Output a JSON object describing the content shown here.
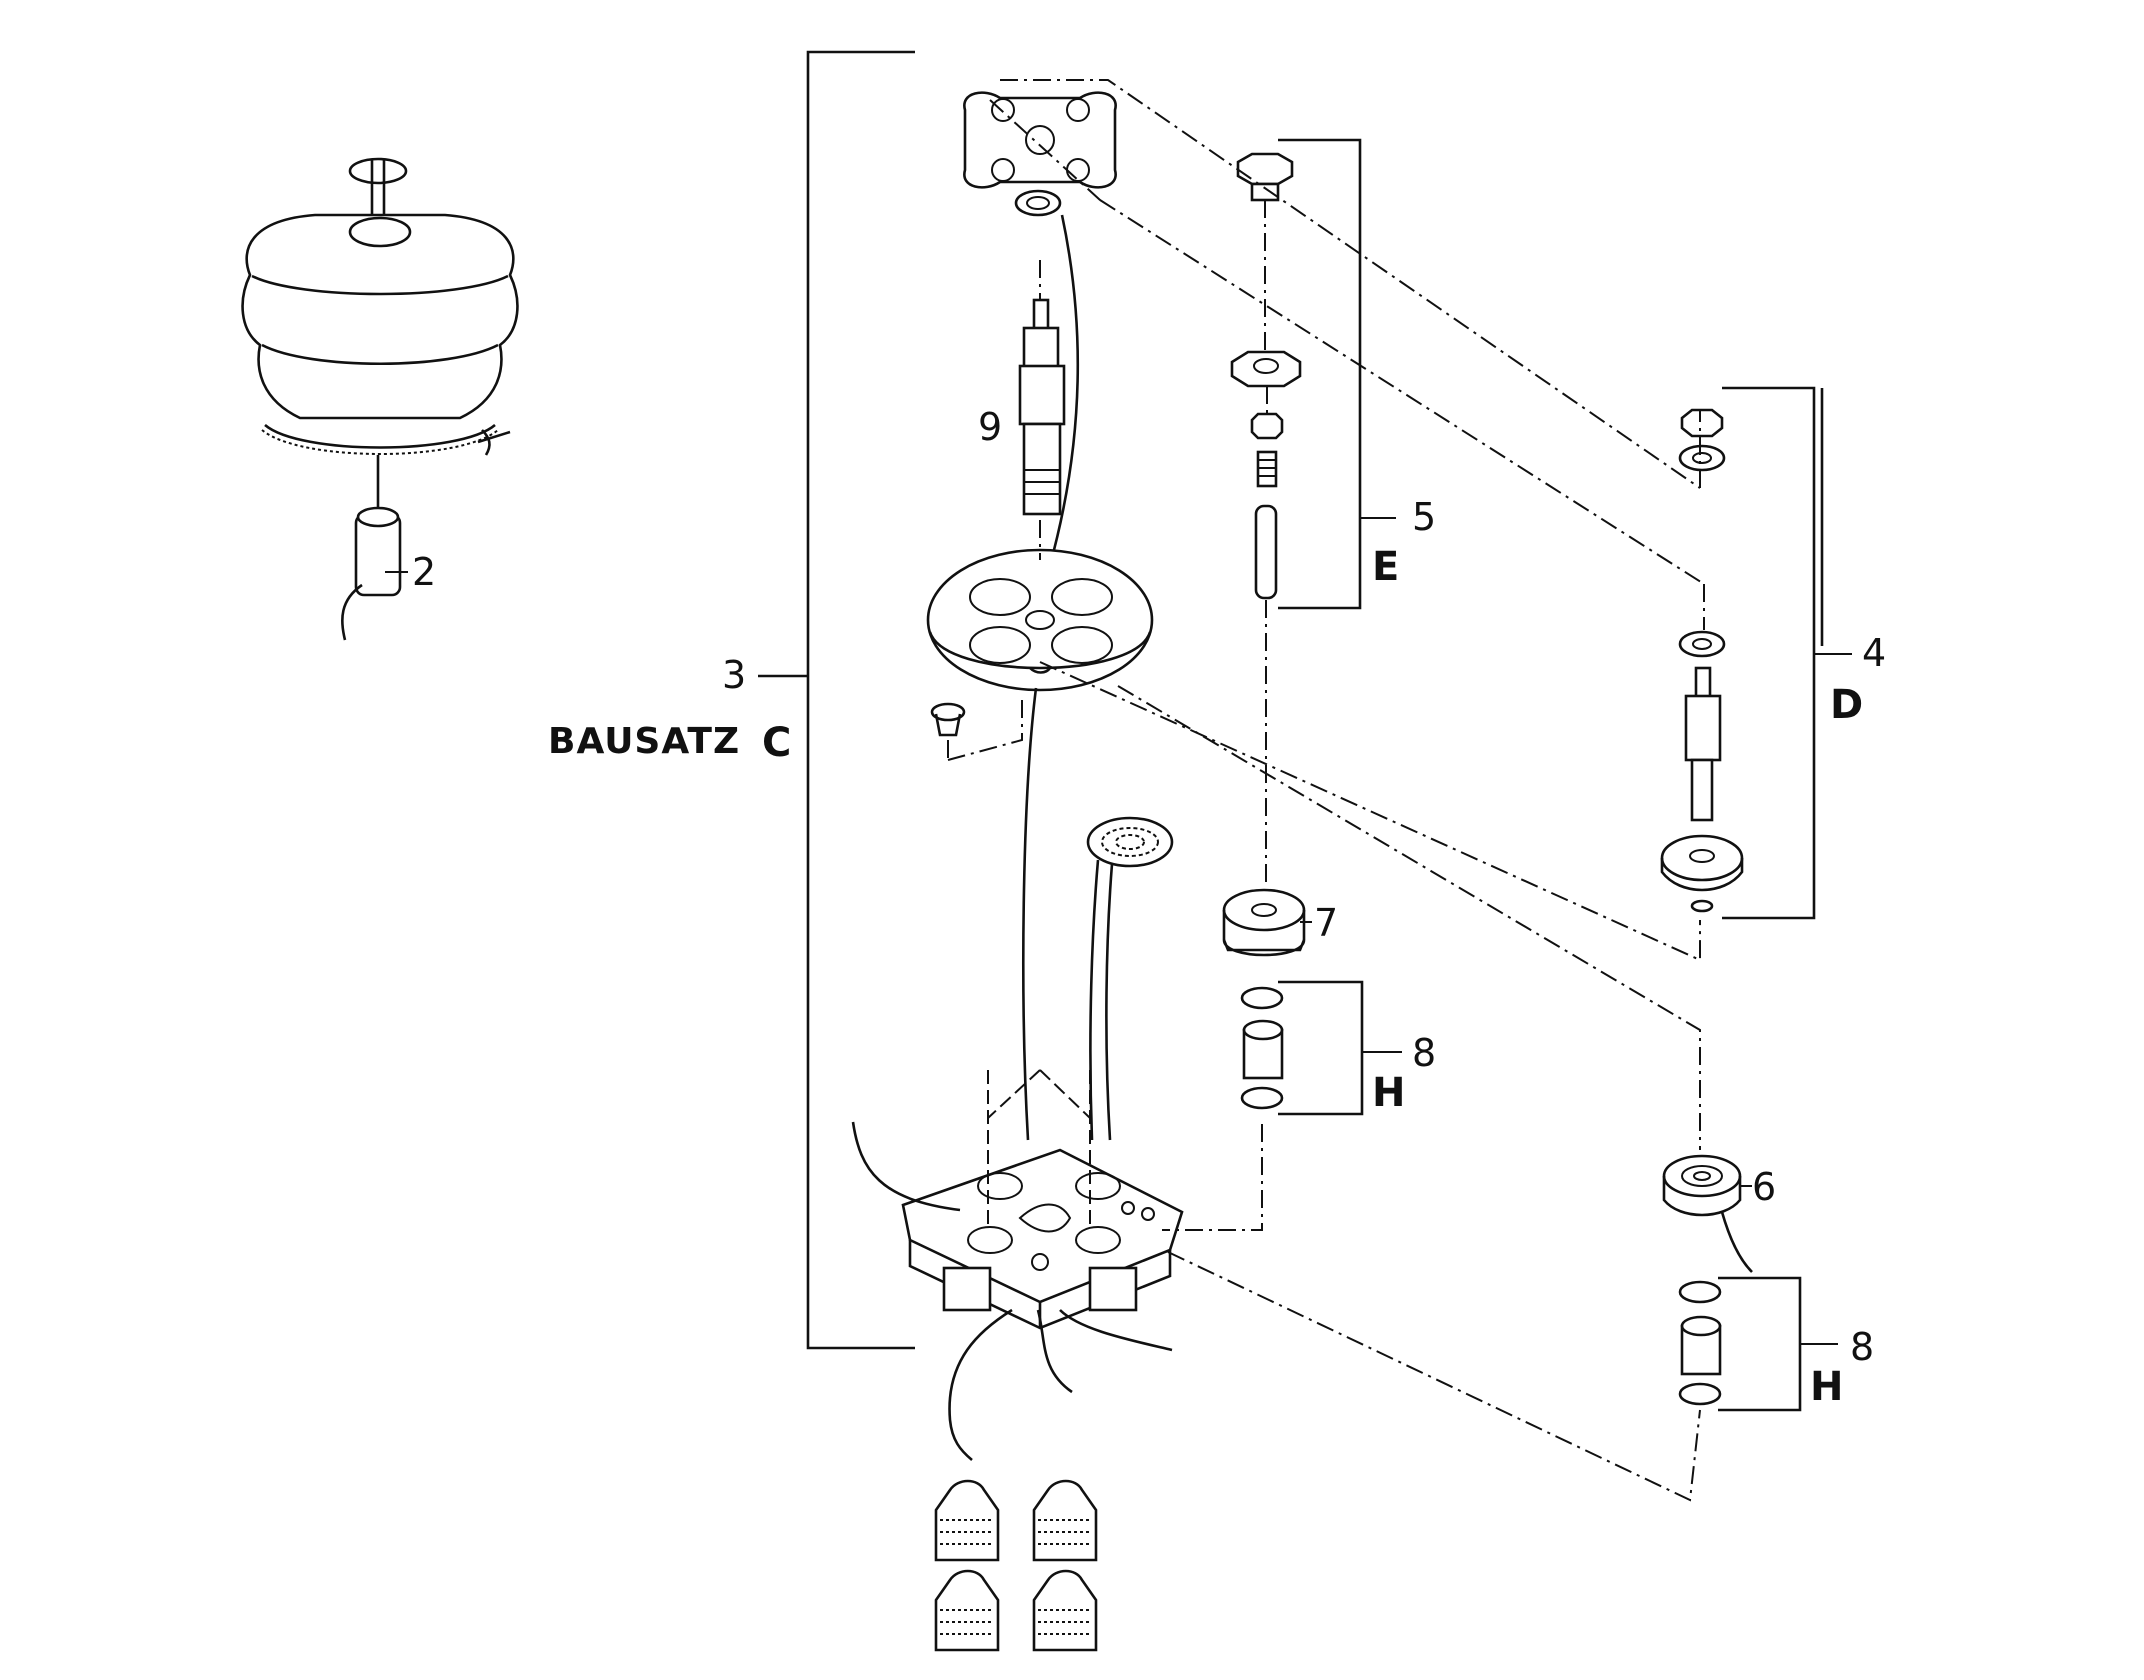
{
  "callouts": {
    "c2": "2",
    "c3": "3",
    "c4": "4",
    "c5": "5",
    "c6": "6",
    "c7": "7",
    "c8a": "8",
    "c8b": "8",
    "c9": "9"
  },
  "kits": {
    "c_prefix": "BAUSATZ",
    "c": "C",
    "d": "D",
    "e": "E",
    "h1": "H",
    "h2": "H"
  }
}
